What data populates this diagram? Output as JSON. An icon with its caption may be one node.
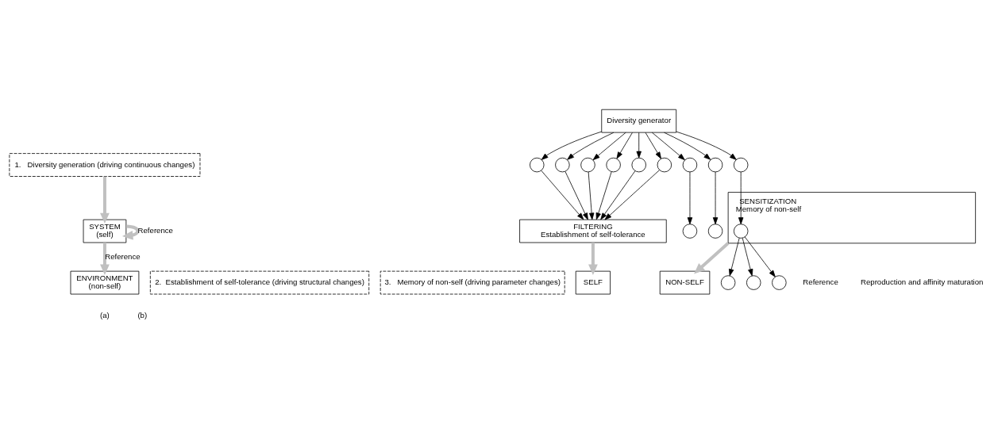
{
  "diagram": {
    "nodes": [
      {
        "text": [
          "1.   Diversity generation (driving continuous changes)"
        ]
      },
      {
        "text": [
          "SYSTEM",
          "(self)"
        ]
      },
      {
        "text": [
          "ENVIRONMENT",
          "(non-self)"
        ]
      },
      {
        "text": [
          "2.  Establishment of self-tolerance (driving structural changes)"
        ]
      },
      {
        "text": [
          "3.   Memory of non-self (driving parameter changes)"
        ]
      },
      {
        "text": [
          "Diversity generator"
        ]
      },
      {
        "text": [],
        "shape": "circle"
      },
      {
        "text": [],
        "shape": "circle"
      },
      {
        "text": [],
        "shape": "circle"
      },
      {
        "text": [],
        "shape": "circle"
      },
      {
        "text": [],
        "shape": "circle"
      },
      {
        "text": [],
        "shape": "circle"
      },
      {
        "text": [],
        "shape": "circle"
      },
      {
        "text": [],
        "shape": "circle"
      },
      {
        "text": [],
        "shape": "circle"
      },
      {
        "text": [
          "FILTERING",
          "Establishment of self-tolerance"
        ]
      },
      {
        "text": [
          "SELF"
        ]
      },
      {
        "text": [],
        "shape": "circle"
      },
      {
        "text": [],
        "shape": "circle"
      },
      {
        "text": [
          "SENSITIZATION",
          "Memory of non-self"
        ]
      },
      {
        "text": [],
        "shape": "circle",
        "in": 19
      },
      {
        "text": [
          "NON-SELF"
        ]
      },
      {
        "text": [],
        "shape": "circle"
      },
      {
        "text": [],
        "shape": "circle"
      },
      {
        "text": [],
        "shape": "circle"
      }
    ],
    "edges": [
      {
        "from": 0,
        "to": 1,
        "arrow": "to",
        "style": "thick",
        "color": "#c0c0c0"
      },
      {
        "from": 1,
        "to": 2,
        "arrow": "to",
        "label": "Reference",
        "style": "thick",
        "color": "#c0c0c0"
      },
      {
        "from": 1,
        "to": 1,
        "arrow": "to",
        "label": "Reference",
        "style": "thick",
        "color": "#c0c0c0"
      },
      {
        "from": 5,
        "to": 6,
        "arrow": "to"
      },
      {
        "from": 5,
        "to": 7,
        "arrow": "to"
      },
      {
        "from": 5,
        "to": 8,
        "arrow": "to"
      },
      {
        "from": 5,
        "to": 9,
        "arrow": "to"
      },
      {
        "from": 5,
        "to": 10,
        "arrow": "to"
      },
      {
        "from": 5,
        "to": 11,
        "arrow": "to"
      },
      {
        "from": 5,
        "to": 12,
        "arrow": "to"
      },
      {
        "from": 5,
        "to": 13,
        "arrow": "to"
      },
      {
        "from": 5,
        "to": 14,
        "arrow": "to"
      },
      {
        "from": 6,
        "to": 15,
        "arrow": "to"
      },
      {
        "from": 7,
        "to": 15,
        "arrow": "to"
      },
      {
        "from": 8,
        "to": 15,
        "arrow": "to"
      },
      {
        "from": 9,
        "to": 15,
        "arrow": "to"
      },
      {
        "from": 10,
        "to": 15,
        "arrow": "to"
      },
      {
        "from": 11,
        "to": 15,
        "arrow": "to"
      },
      {
        "from": 12,
        "to": 17,
        "arrow": "to"
      },
      {
        "from": 13,
        "to": 18,
        "arrow": "to"
      },
      {
        "from": 14,
        "to": 20,
        "arrow": "to"
      },
      {
        "from": 15,
        "to": 16,
        "arrow": "to",
        "style": "thick",
        "color": "#c0c0c0"
      },
      {
        "from": 19,
        "to": 21,
        "arrow": "to",
        "style": "thick",
        "color": "#c0c0c0"
      },
      {
        "from": 20,
        "to": 22,
        "arrow": "to"
      },
      {
        "from": 20,
        "to": 23,
        "arrow": "to"
      },
      {
        "from": 20,
        "to": 24,
        "arrow": "to"
      }
    ],
    "labels": [
      "Reference",
      "Reproduction and affinity maturation",
      "(a)",
      "(b)"
    ]
  }
}
